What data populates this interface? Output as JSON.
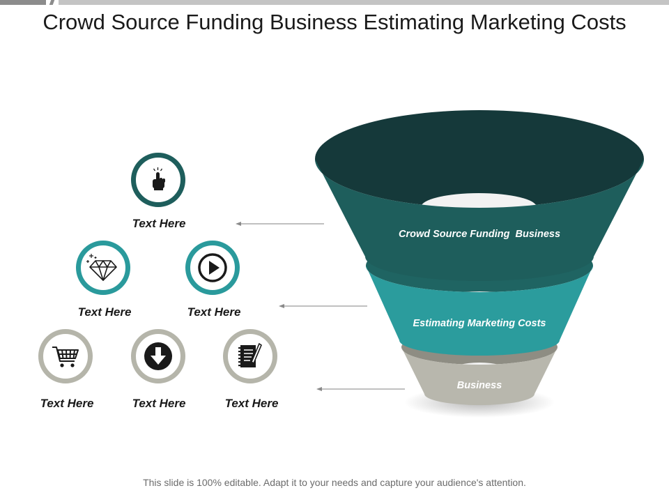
{
  "title": "Crowd Source Funding Business Estimating Marketing Costs",
  "footer": "This slide is 100% editable. Adapt it to your needs and capture your audience's attention.",
  "colors": {
    "dark_teal": "#1e5e5c",
    "teal": "#2a9a9c",
    "gray": "#b5b5aa",
    "funnel_top_rim": "#15393a"
  },
  "icons": [
    {
      "name": "pointer-hand-icon",
      "label": "Text Here",
      "style": "dark"
    },
    {
      "name": "diamond-icon",
      "label": "Text Here",
      "style": "teal"
    },
    {
      "name": "play-icon",
      "label": "Text Here",
      "style": "teal"
    },
    {
      "name": "shopping-cart-icon",
      "label": "Text Here",
      "style": "gray"
    },
    {
      "name": "download-icon",
      "label": "Text Here",
      "style": "gray"
    },
    {
      "name": "notepad-pencil-icon",
      "label": "Text Here",
      "style": "gray"
    }
  ],
  "funnel": {
    "levels": [
      {
        "label": "Crowd Source Funding  Business"
      },
      {
        "label": "Estimating Marketing Costs"
      },
      {
        "label": "Business"
      }
    ]
  }
}
